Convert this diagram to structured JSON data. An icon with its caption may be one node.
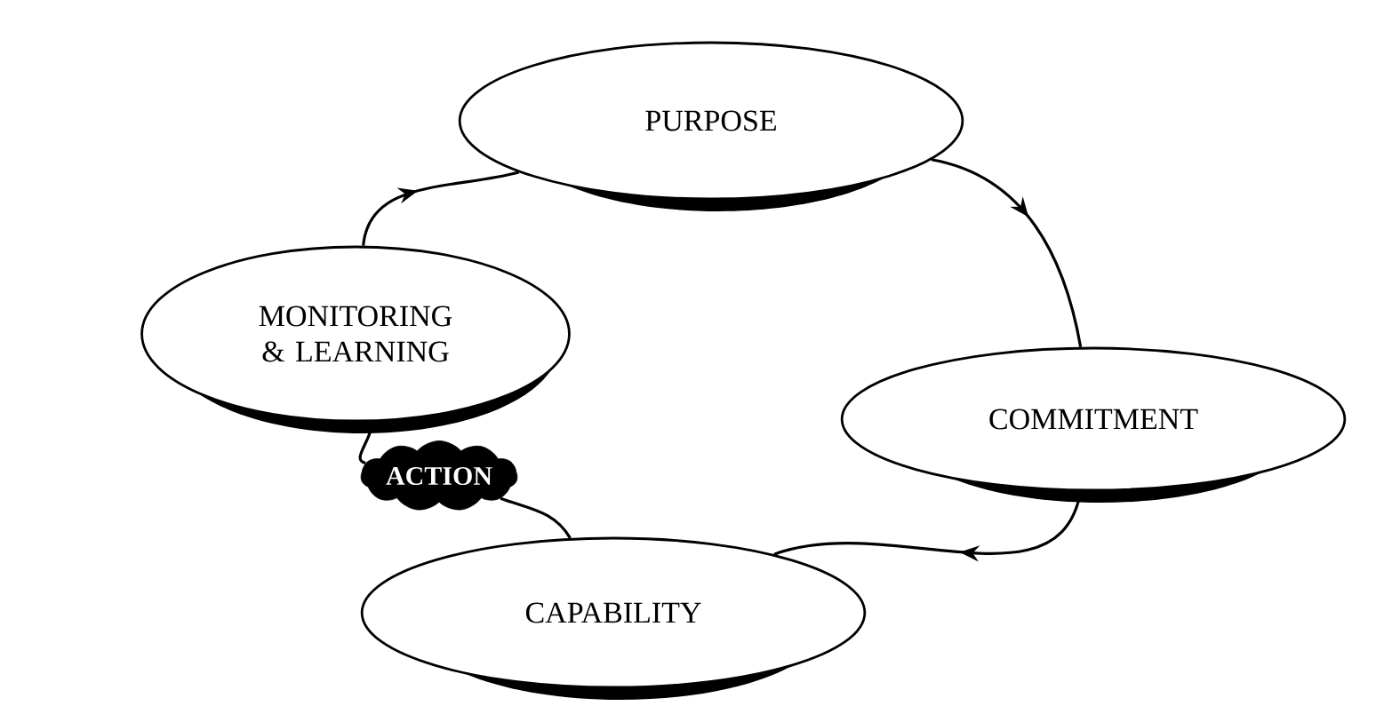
{
  "diagram": {
    "nodes": [
      {
        "text": [
          "PURPOSE"
        ]
      },
      {
        "text": [
          "MONITORING & LEARNING"
        ]
      },
      {
        "text": [
          "COMMITMENT"
        ]
      },
      {
        "text": [
          "CAPABILITY"
        ]
      },
      {
        "text": [
          "ACTION"
        ]
      }
    ],
    "edges": [
      {
        "from": 1,
        "to": 0,
        "arrow": "to"
      },
      {
        "from": 0,
        "to": 2,
        "arrow": "to"
      },
      {
        "from": 2,
        "to": 3,
        "arrow": "to"
      },
      {
        "from": 3,
        "to": 4,
        "arrow": "none"
      },
      {
        "from": 4,
        "to": 1,
        "arrow": "none"
      }
    ]
  }
}
